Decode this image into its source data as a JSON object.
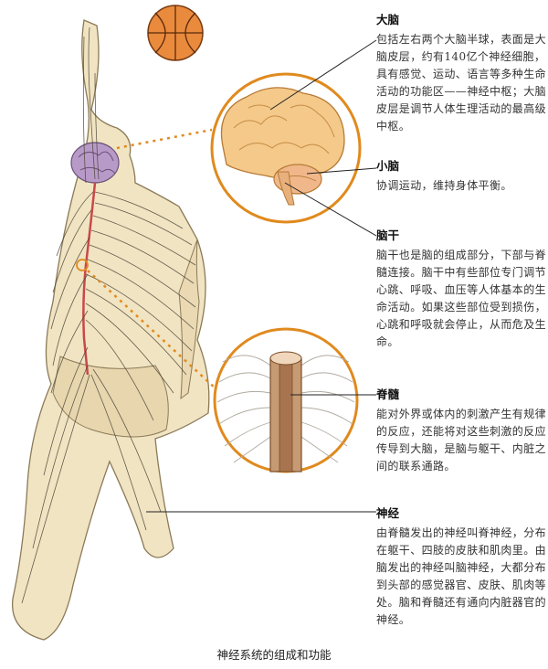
{
  "entries": [
    {
      "id": "brain",
      "title": "大脑",
      "text": "包括左右两个大脑半球，表面是大脑皮层，约有140亿个神经细胞，具有感觉、运动、语言等多种生命活动的功能区——神经中枢；大脑皮层是调节人体生理活动的最高级中枢。"
    },
    {
      "id": "cerebellum",
      "title": "小脑",
      "text": "协调运动，维持身体平衡。"
    },
    {
      "id": "brainstem",
      "title": "脑干",
      "text": "脑干也是脑的组成部分，下部与脊髓连接。脑干中有些部位专门调节心跳、呼吸、血压等人体基本的生命活动。如果这些部位受到损伤，心跳和呼吸就会停止，从而危及生命。"
    },
    {
      "id": "spinal_cord",
      "title": "脊髓",
      "text": "能对外界或体内的刺激产生有规律的反应，还能将对这些刺激的反应传导到大脑，是脑与躯干、内脏之间的联系通路。"
    },
    {
      "id": "nerves",
      "title": "神经",
      "text": "由脊髓发出的神经叫脊神经，分布在躯干、四肢的皮肤和肌肉里。由脑发出的神经叫脑神经，大都分布到头部的感觉器官、皮肤、肌肉等处。脑和脊髓还有通向内脏器官的神经。"
    }
  ],
  "caption": "神经系统的组成和功能",
  "colors": {
    "ring": "#e08a1e",
    "body": "#f1e4c2",
    "brain": "#f4c98a",
    "spine": "#c9484a",
    "nerve": "#4a4438"
  }
}
